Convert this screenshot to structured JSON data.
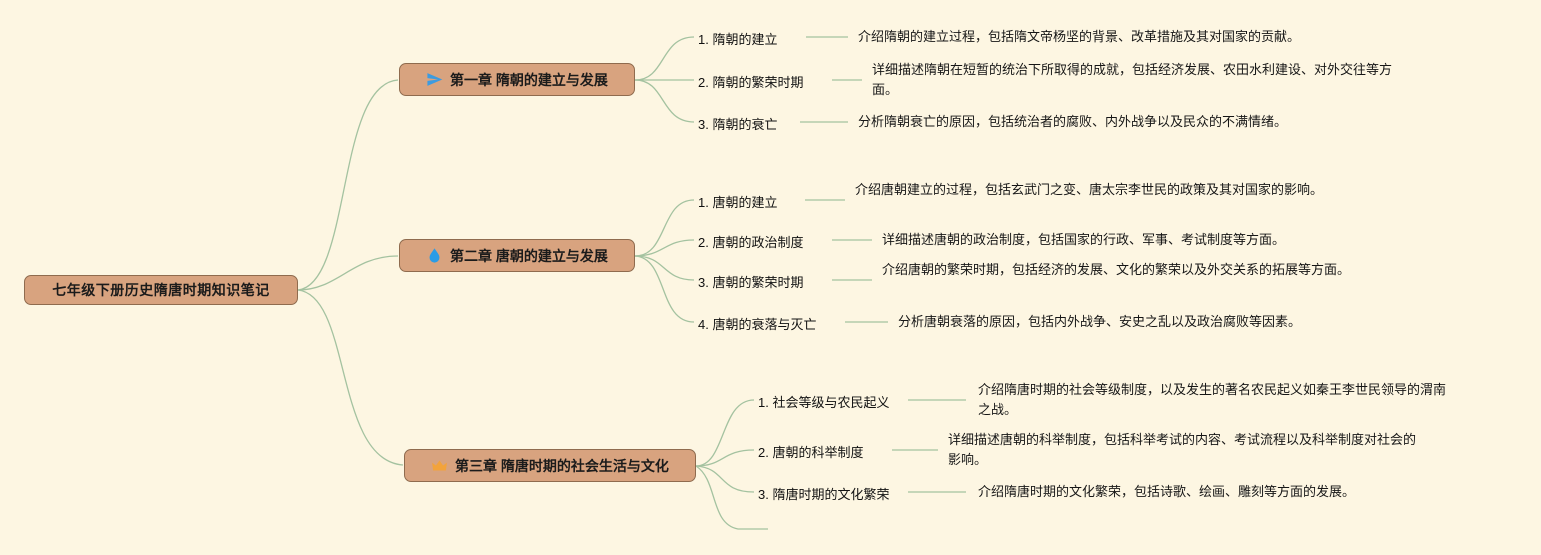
{
  "root": {
    "title": "七年级下册历史隋唐时期知识笔记"
  },
  "chapters": [
    {
      "title": "第一章 隋朝的建立与发展",
      "icon": "paper-plane-icon",
      "items": [
        {
          "label": "1. 隋朝的建立",
          "desc": "介绍隋朝的建立过程，包括隋文帝杨坚的背景、改革措施及其对国家的贡献。"
        },
        {
          "label": "2. 隋朝的繁荣时期",
          "desc": "详细描述隋朝在短暂的统治下所取得的成就，包括经济发展、农田水利建设、对外交往等方面。"
        },
        {
          "label": "3. 隋朝的衰亡",
          "desc": "分析隋朝衰亡的原因，包括统治者的腐败、内外战争以及民众的不满情绪。"
        }
      ]
    },
    {
      "title": "第二章 唐朝的建立与发展",
      "icon": "flame-icon",
      "items": [
        {
          "label": "1. 唐朝的建立",
          "desc": "介绍唐朝建立的过程，包括玄武门之变、唐太宗李世民的政策及其对国家的影响。"
        },
        {
          "label": "2. 唐朝的政治制度",
          "desc": "详细描述唐朝的政治制度，包括国家的行政、军事、考试制度等方面。"
        },
        {
          "label": "3. 唐朝的繁荣时期",
          "desc": "介绍唐朝的繁荣时期，包括经济的发展、文化的繁荣以及外交关系的拓展等方面。"
        },
        {
          "label": "4. 唐朝的衰落与灭亡",
          "desc": "分析唐朝衰落的原因，包括内外战争、安史之乱以及政治腐败等因素。"
        }
      ]
    },
    {
      "title": "第三章 隋唐时期的社会生活与文化",
      "icon": "crown-icon",
      "items": [
        {
          "label": "1. 社会等级与农民起义",
          "desc": "介绍隋唐时期的社会等级制度，以及发生的著名农民起义如秦王李世民领导的渭南之战。"
        },
        {
          "label": "2. 唐朝的科举制度",
          "desc": "详细描述唐朝的科举制度，包括科举考试的内容、考试流程以及科举制度对社会的影响。"
        },
        {
          "label": "3. 隋唐时期的文化繁荣",
          "desc": "介绍隋唐时期的文化繁荣，包括诗歌、绘画、雕刻等方面的发展。"
        }
      ]
    }
  ],
  "colors": {
    "background": "#fdf6e2",
    "node_fill": "#d8a37f",
    "node_border": "#8f6b4e",
    "connector": "#a4c2a0",
    "paper_plane_icon": "#3d9be0",
    "flame_icon": "#2b9ce6",
    "crown_icon": "#f2a33c"
  }
}
